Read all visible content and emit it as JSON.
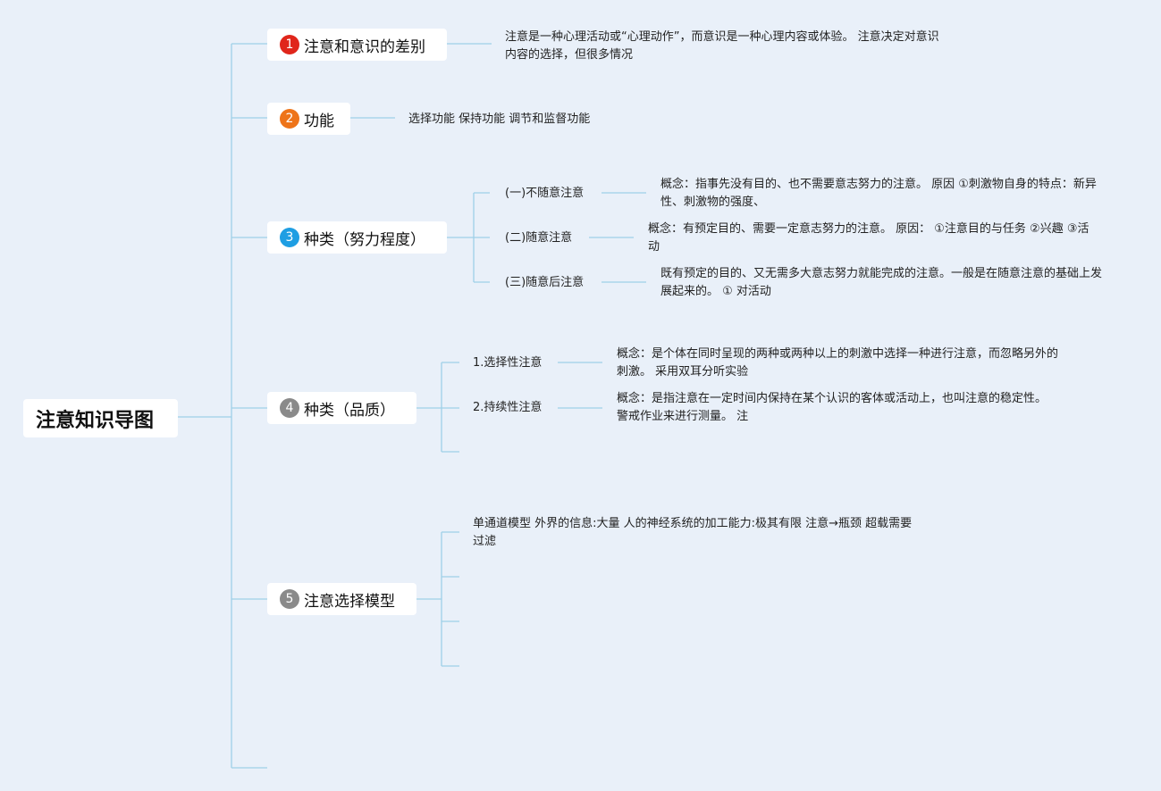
{
  "root": {
    "title": "注意知识导图"
  },
  "colors": {
    "line": "#9fd0e8",
    "node_bg": "#ffffff",
    "badge_red": "#e0261b",
    "badge_orange": "#ee7419",
    "badge_blue": "#1e9ee3",
    "badge_gray": "#8a8a8a"
  },
  "branches": [
    {
      "num": "1",
      "label": "注意和意识的差别",
      "desc": "注意是一种心理活动或“心理动作”，而意识是一种心理内容或体验。 注意决定对意识内容的选择，但很多情况"
    },
    {
      "num": "2",
      "label": "功能",
      "desc": "选择功能 保持功能 调节和监督功能"
    },
    {
      "num": "3",
      "label": "种类（努力程度）",
      "children": [
        {
          "label": "(一)不随意注意",
          "desc": "概念：指事先没有目的、也不需要意志努力的注意。 原因 ①刺激物自身的特点：新异性、刺激物的强度、"
        },
        {
          "label": "(二)随意注意",
          "desc": "概念：有预定目的、需要一定意志努力的注意。 原因： ①注意目的与任务 ②兴趣 ③活动"
        },
        {
          "label": "(三)随意后注意",
          "desc": "既有预定的目的、又无需多大意志努力就能完成的注意。一般是在随意注意的基础上发展起来的。 ① 对活动"
        }
      ]
    },
    {
      "num": "4",
      "label": "种类（品质）",
      "children": [
        {
          "label": "1.选择性注意",
          "desc": "概念：是个体在同时呈现的两种或两种以上的刺激中选择一种进行注意，而忽略另外的刺激。 采用双耳分听实验"
        },
        {
          "label": "2.持续性注意",
          "desc": "概念：是指注意在一定时间内保持在某个认识的客体或活动上，也叫注意的稳定性。 警戒作业来进行测量。 注"
        }
      ]
    },
    {
      "num": "5",
      "label": "注意选择模型",
      "desc": "单通道模型 外界的信息:大量 人的神经系统的加工能力:极其有限 注意→瓶颈 超载需要过滤"
    }
  ]
}
